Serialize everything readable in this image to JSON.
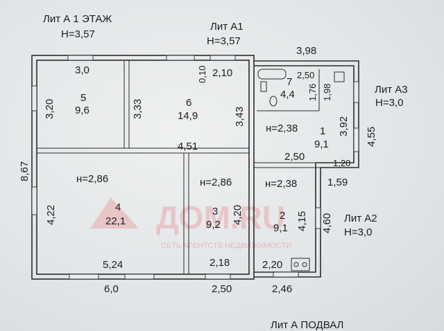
{
  "titles": {
    "lit_a": "Лит А 1 ЭТАЖ",
    "lit_a_h": "Н=3,57",
    "lit_a1": "Лит А1",
    "lit_a1_h": "Н=3,57",
    "lit_a3": "Лит А3",
    "lit_a3_h": "Н=3,0",
    "lit_a2": "Лит А2",
    "lit_a2_h": "Н=3,0",
    "basement": "Лит А ПОДВАЛ"
  },
  "rooms": [
    {
      "num": "5",
      "area": "9,6"
    },
    {
      "num": "6",
      "area": "14,9"
    },
    {
      "num": "7",
      "area": "4,4"
    },
    {
      "num": "1",
      "area": "9,1"
    },
    {
      "num": "4",
      "area": "22,1"
    },
    {
      "num": "3",
      "area": "9,2"
    },
    {
      "num": "2",
      "area": "9,1"
    }
  ],
  "heights": {
    "room1": "н=2,38",
    "room4": "н=2,86",
    "room3": "н=2,86",
    "room2": "н=2,38"
  },
  "dims": {
    "d_3_0": "3,0",
    "d_2_10": "2,10",
    "d_0_10": "0,10",
    "d_3_98": "3,98",
    "d_2_50_top": "2,50",
    "d_1_76": "1,76",
    "d_1_98": "1,98",
    "d_3_20": "3,20",
    "d_3_33": "3,33",
    "d_3_43": "3,43",
    "d_3_92": "3,92",
    "d_4_55": "4,55",
    "d_4_51": "4,51",
    "d_2_50_mid": "2,50",
    "d_1_20": "1,20",
    "d_1_59": "1,59",
    "d_8_67": "8,67",
    "d_4_22": "4,22",
    "d_4_20": "4,20",
    "d_4_15": "4,15",
    "d_4_60": "4,60",
    "d_5_24": "5,24",
    "d_2_18": "2,18",
    "d_2_20": "2,20",
    "d_6_0": "6,0",
    "d_2_50_bot": "2,50",
    "d_2_46": "2,46"
  },
  "watermark": {
    "logo": "ДОМ.RU",
    "tagline": "СЕТЬ АГЕНТСТВ НЕДВИЖИМОСТИ"
  }
}
